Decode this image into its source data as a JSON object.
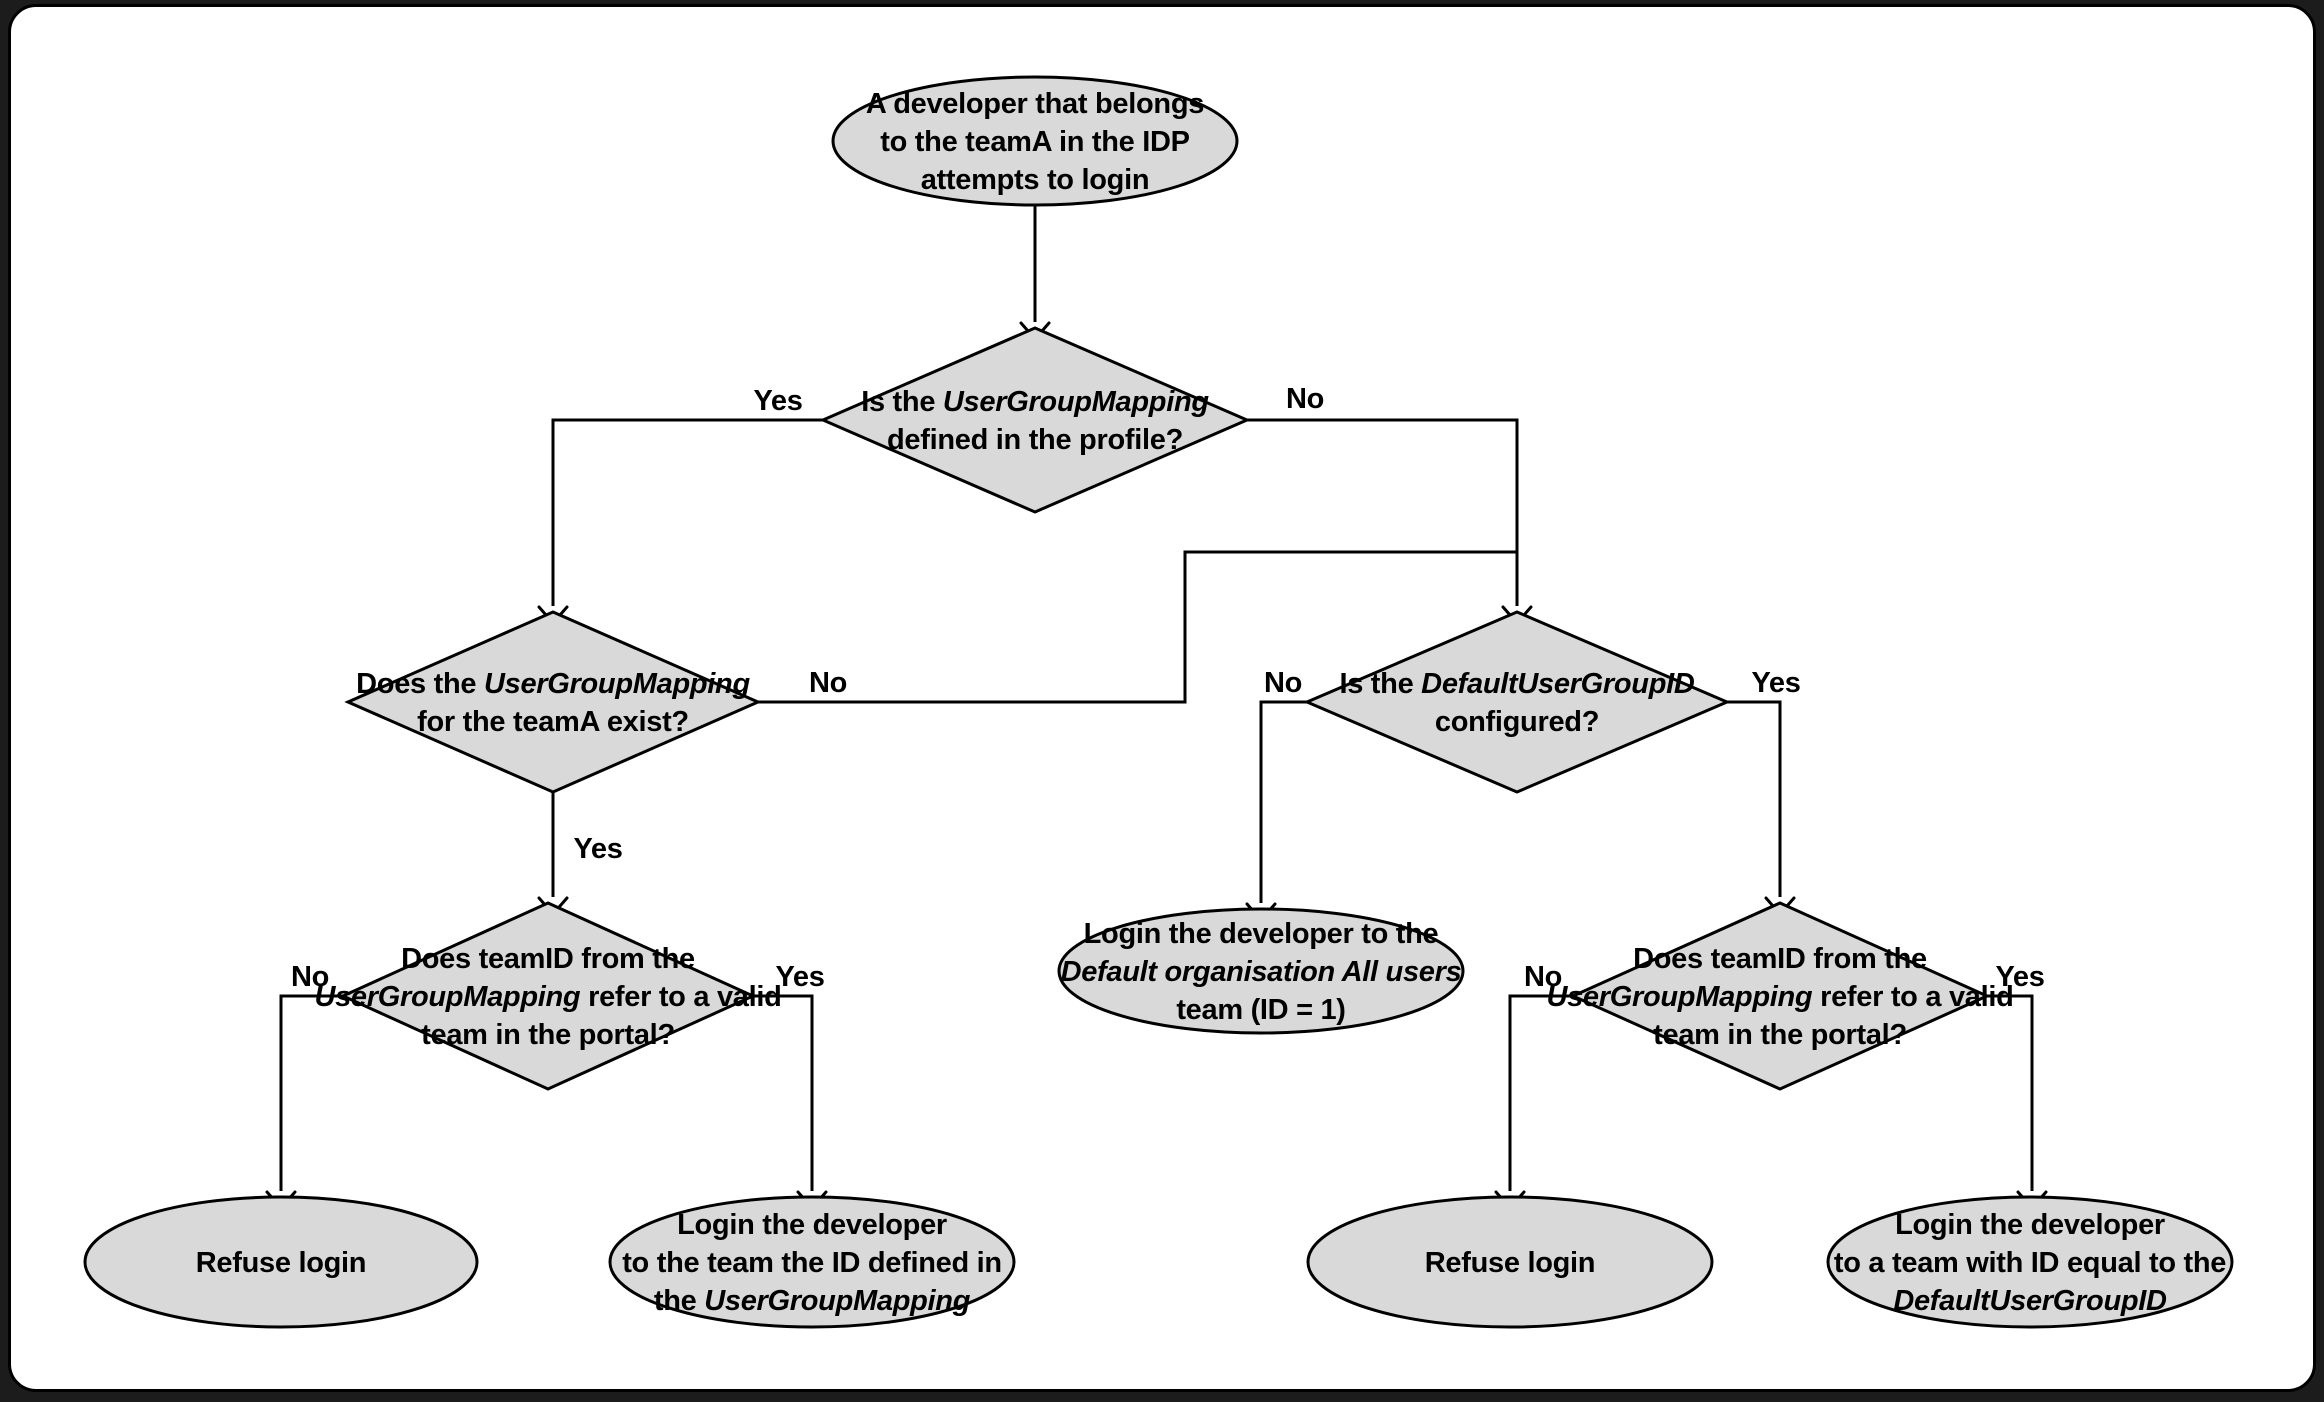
{
  "diagram": {
    "title": "Developer login team-mapping decision flowchart",
    "colors": {
      "canvas_background": "#ffffff",
      "outer_background": "#1c1c1c",
      "shape_fill": "#d9d9d9",
      "shape_stroke": "#000000",
      "line_color": "#000000",
      "text_color": "#000000"
    },
    "nodes": [
      {
        "id": "start",
        "type": "ellipse",
        "lines": [
          [
            {
              "t": "A developer that belongs"
            }
          ],
          [
            {
              "t": "to the teamA in the IDP"
            }
          ],
          [
            {
              "t": "attempts to login"
            }
          ]
        ]
      },
      {
        "id": "d1",
        "type": "diamond",
        "lines": [
          [
            {
              "t": "Is the "
            },
            {
              "t": "UserGroupMapping",
              "i": true
            }
          ],
          [
            {
              "t": "defined in the profile?"
            }
          ]
        ]
      },
      {
        "id": "d2",
        "type": "diamond",
        "lines": [
          [
            {
              "t": "Does the "
            },
            {
              "t": "UserGroupMapping",
              "i": true
            }
          ],
          [
            {
              "t": "for the teamA exist?"
            }
          ]
        ]
      },
      {
        "id": "d3",
        "type": "diamond",
        "lines": [
          [
            {
              "t": "Is the "
            },
            {
              "t": "DefaultUserGroupID",
              "i": true
            }
          ],
          [
            {
              "t": "configured?"
            }
          ]
        ]
      },
      {
        "id": "d4",
        "type": "diamond",
        "lines": [
          [
            {
              "t": "Does teamID from the"
            }
          ],
          [
            {
              "t": "UserGroupMapping",
              "i": true
            },
            {
              "t": " refer to a valid"
            }
          ],
          [
            {
              "t": "team in the portal?"
            }
          ]
        ]
      },
      {
        "id": "d5",
        "type": "diamond",
        "lines": [
          [
            {
              "t": "Does teamID from the"
            }
          ],
          [
            {
              "t": "UserGroupMapping",
              "i": true
            },
            {
              "t": " refer to a valid"
            }
          ],
          [
            {
              "t": "team in the portal?"
            }
          ]
        ]
      },
      {
        "id": "eDefault",
        "type": "ellipse",
        "lines": [
          [
            {
              "t": "Login the developer to the"
            }
          ],
          [
            {
              "t": "Default organisation All users",
              "i": true
            }
          ],
          [
            {
              "t": "team (ID = 1)"
            }
          ]
        ]
      },
      {
        "id": "e1",
        "type": "ellipse",
        "lines": [
          [
            {
              "t": "Refuse login"
            }
          ]
        ]
      },
      {
        "id": "e2",
        "type": "ellipse",
        "lines": [
          [
            {
              "t": "Login the developer"
            }
          ],
          [
            {
              "t": "to the team the ID defined in"
            }
          ],
          [
            {
              "t": "the "
            },
            {
              "t": "UserGroupMapping",
              "i": true
            }
          ]
        ]
      },
      {
        "id": "e3",
        "type": "ellipse",
        "lines": [
          [
            {
              "t": "Refuse login"
            }
          ]
        ]
      },
      {
        "id": "e4",
        "type": "ellipse",
        "lines": [
          [
            {
              "t": "Login the developer"
            }
          ],
          [
            {
              "t": "to a team with ID equal to the"
            }
          ],
          [
            {
              "t": "DefaultUserGroupID",
              "i": true
            }
          ]
        ]
      }
    ],
    "edge_labels": [
      {
        "id": "yes1",
        "text": "Yes"
      },
      {
        "id": "no1",
        "text": "No"
      },
      {
        "id": "no2",
        "text": "No"
      },
      {
        "id": "yes2",
        "text": "Yes"
      },
      {
        "id": "no3",
        "text": "No"
      },
      {
        "id": "yes3",
        "text": "Yes"
      },
      {
        "id": "no4",
        "text": "No"
      },
      {
        "id": "yes4",
        "text": "Yes"
      },
      {
        "id": "no5",
        "text": "No"
      },
      {
        "id": "yes5",
        "text": "Yes"
      }
    ]
  }
}
